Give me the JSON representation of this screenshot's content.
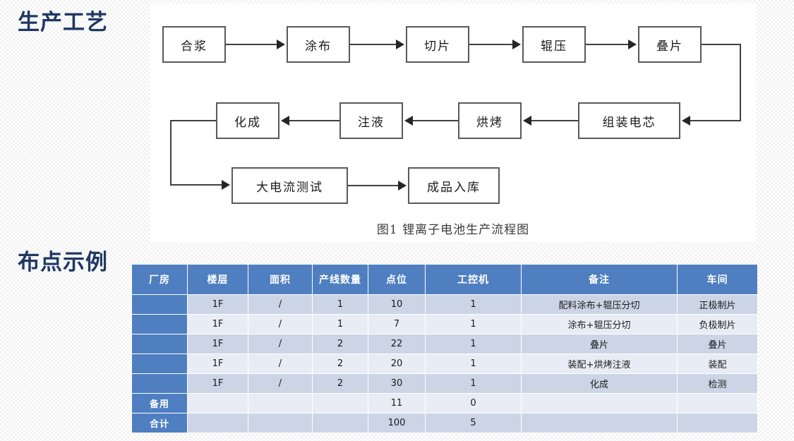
{
  "sections": {
    "process_title": "生产工艺",
    "layout_title": "布点示例"
  },
  "flowchart": {
    "caption": "图1  锂离子电池生产流程图",
    "nodes": [
      {
        "id": "n1",
        "label": "合浆"
      },
      {
        "id": "n2",
        "label": "涂布"
      },
      {
        "id": "n3",
        "label": "切片"
      },
      {
        "id": "n4",
        "label": "辊压"
      },
      {
        "id": "n5",
        "label": "叠片"
      },
      {
        "id": "n6",
        "label": "组装电芯"
      },
      {
        "id": "n7",
        "label": "烘烤"
      },
      {
        "id": "n8",
        "label": "注液"
      },
      {
        "id": "n9",
        "label": "化成"
      },
      {
        "id": "n10",
        "label": "大电流测试"
      },
      {
        "id": "n11",
        "label": "成品入库"
      }
    ],
    "edges": [
      "合浆→涂布",
      "涂布→切片",
      "切片→辊压",
      "辊压→叠片",
      "叠片→组装电芯",
      "组装电芯→烘烤",
      "烘烤→注液",
      "注液→化成",
      "化成→大电流测试",
      "大电流测试→成品入库"
    ]
  },
  "table": {
    "columns": [
      "厂房",
      "楼层",
      "面积",
      "产线数量",
      "点位",
      "工控机",
      "备注",
      "车间"
    ],
    "rows": [
      {
        "factory": "",
        "floor": "1F",
        "area": "/",
        "lines": "1",
        "points": "10",
        "ipc": "1",
        "note": "配料涂布+辊压分切",
        "workshop": "正极制片"
      },
      {
        "factory": "",
        "floor": "1F",
        "area": "/",
        "lines": "1",
        "points": "7",
        "ipc": "1",
        "note": "涂布+辊压分切",
        "workshop": "负极制片"
      },
      {
        "factory": "",
        "floor": "1F",
        "area": "/",
        "lines": "2",
        "points": "22",
        "ipc": "1",
        "note": "叠片",
        "workshop": "叠片"
      },
      {
        "factory": "",
        "floor": "1F",
        "area": "/",
        "lines": "2",
        "points": "20",
        "ipc": "1",
        "note": "装配+烘烤注液",
        "workshop": "装配"
      },
      {
        "factory": "",
        "floor": "1F",
        "area": "/",
        "lines": "2",
        "points": "30",
        "ipc": "1",
        "note": "化成",
        "workshop": "检测"
      },
      {
        "factory": "备用",
        "floor": "",
        "area": "",
        "lines": "",
        "points": "11",
        "ipc": "0",
        "note": "",
        "workshop": ""
      },
      {
        "factory": "合计",
        "floor": "",
        "area": "",
        "lines": "",
        "points": "100",
        "ipc": "5",
        "note": "",
        "workshop": ""
      }
    ]
  },
  "colors": {
    "title": "#1f3864",
    "table_header": "#4f7fc0",
    "row_band_a": "#ccd5e6",
    "row_band_b": "#e8edf5",
    "node_border": "#595959"
  }
}
